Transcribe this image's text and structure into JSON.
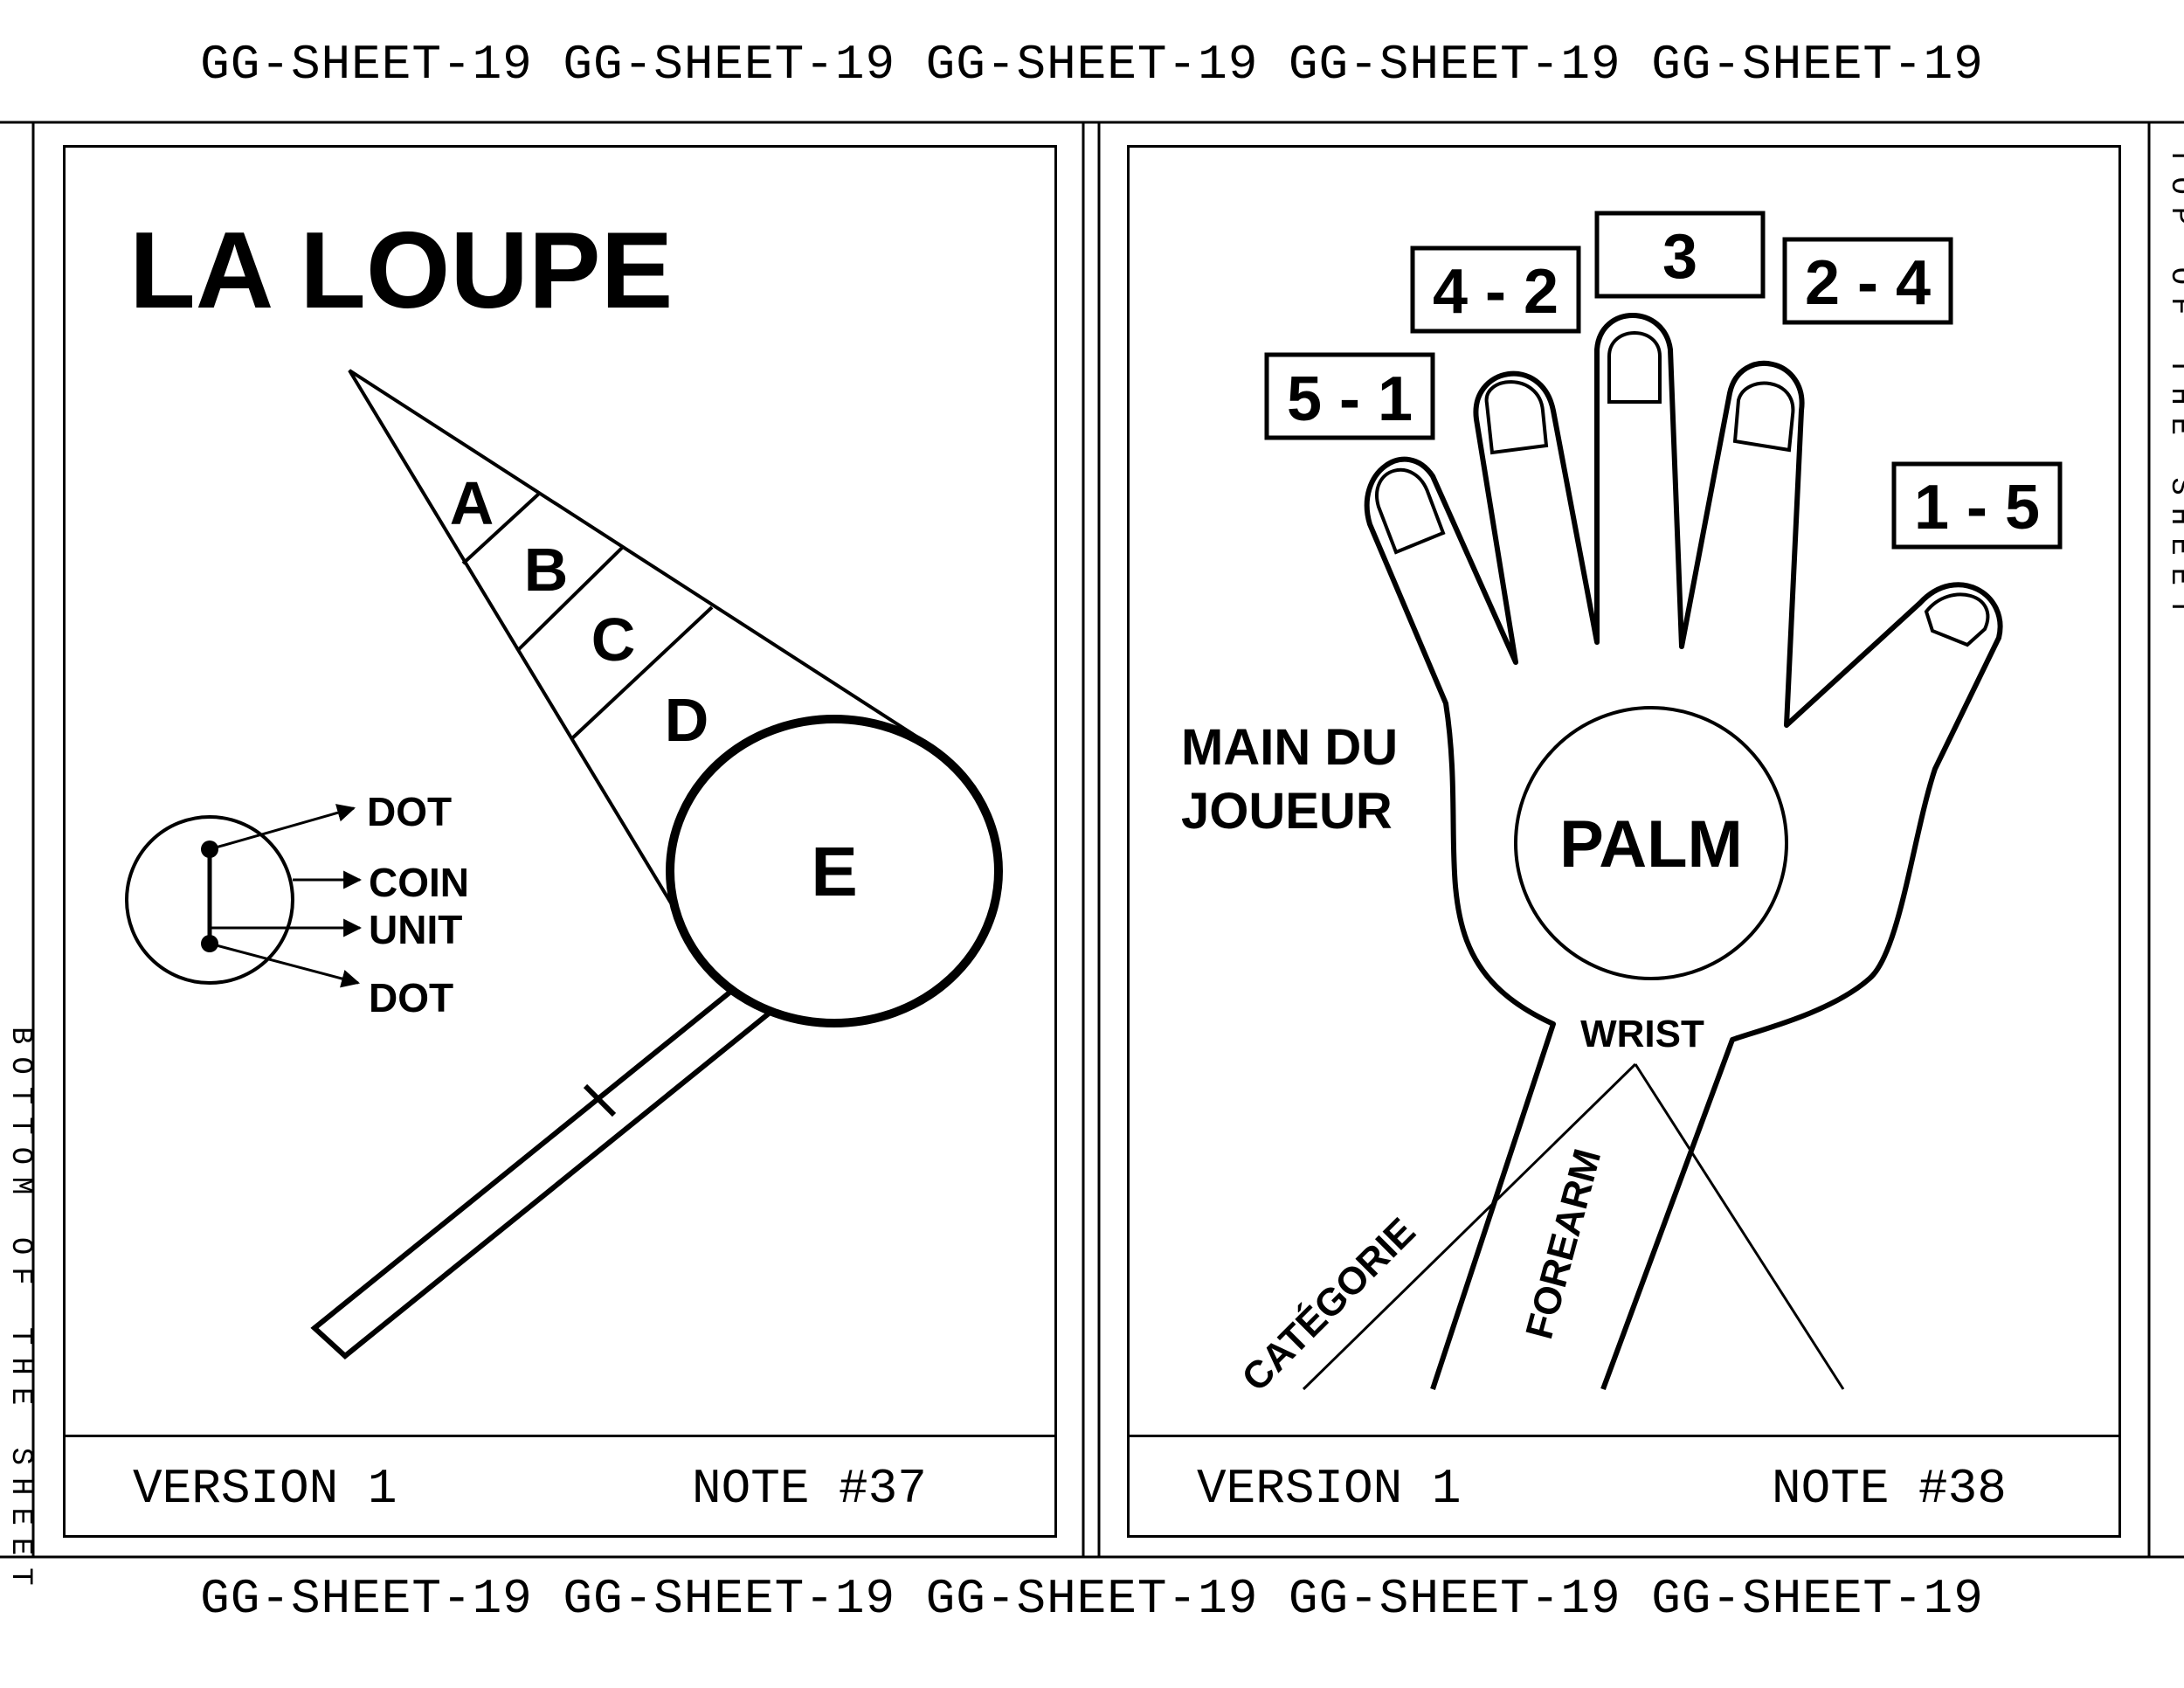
{
  "banner": {
    "top": "GG-SHEET-19 GG-SHEET-19 GG-SHEET-19 GG-SHEET-19 GG-SHEET-19",
    "bottom": "GG-SHEET-19 GG-SHEET-19 GG-SHEET-19 GG-SHEET-19 GG-SHEET-19"
  },
  "side": {
    "right": "TOP OF THE SHEET",
    "left": "BOTTOM OF THE SHEET"
  },
  "card_left": {
    "title": "LA LOUPE",
    "segments": [
      "A",
      "B",
      "C",
      "D"
    ],
    "lens_label": "E",
    "coin_labels": [
      "DOT",
      "COIN",
      "UNIT",
      "DOT"
    ],
    "footer_version": "VERSION 1",
    "footer_note": "NOTE #37"
  },
  "card_right": {
    "finger_labels": [
      "5 - 1",
      "4 - 2",
      "3",
      "2 - 4",
      "1 - 5"
    ],
    "hand_label_line1": "MAIN DU",
    "hand_label_line2": "JOUEUR",
    "palm_label": "PALM",
    "wrist_label": "WRIST",
    "category_label": "CATÉGORIE",
    "forearm_label": "FOREARM",
    "footer_version": "VERSION 1",
    "footer_note": "NOTE #38"
  },
  "colors": {
    "ink": "#000000",
    "paper": "#ffffff"
  }
}
